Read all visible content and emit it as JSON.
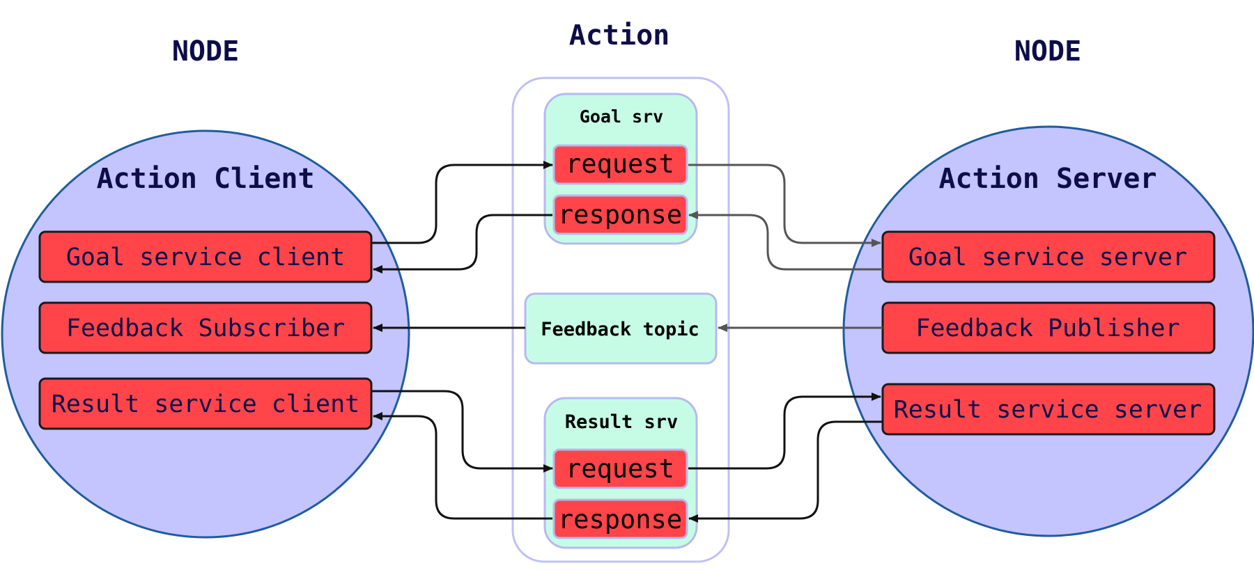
{
  "colors": {
    "title_text": "#0d0d4a",
    "node_fill": "#c4c4ff",
    "node_stroke": "#1f5c9e",
    "action_border": "#c0c0f5",
    "srv_fill": "#c6fce6",
    "srv_stroke": "#b8b8f0",
    "port_fill": "#ff454a",
    "port_stroke": "#1a1a1a",
    "arrow_dark": "#111111",
    "arrow_grey": "#555555"
  },
  "left_node": {
    "node_label": "NODE",
    "title": "Action Client",
    "items": [
      "Goal service client",
      "Feedback Subscriber",
      "Result service client"
    ]
  },
  "right_node": {
    "node_label": "NODE",
    "title": "Action Server",
    "items": [
      "Goal service server",
      "Feedback Publisher",
      "Result service server"
    ]
  },
  "action": {
    "title": "Action",
    "goal_srv": {
      "label": "Goal srv",
      "request": "request",
      "response": "response"
    },
    "feedback_topic": "Feedback topic",
    "result_srv": {
      "label": "Result srv",
      "request": "request",
      "response": "response"
    }
  }
}
